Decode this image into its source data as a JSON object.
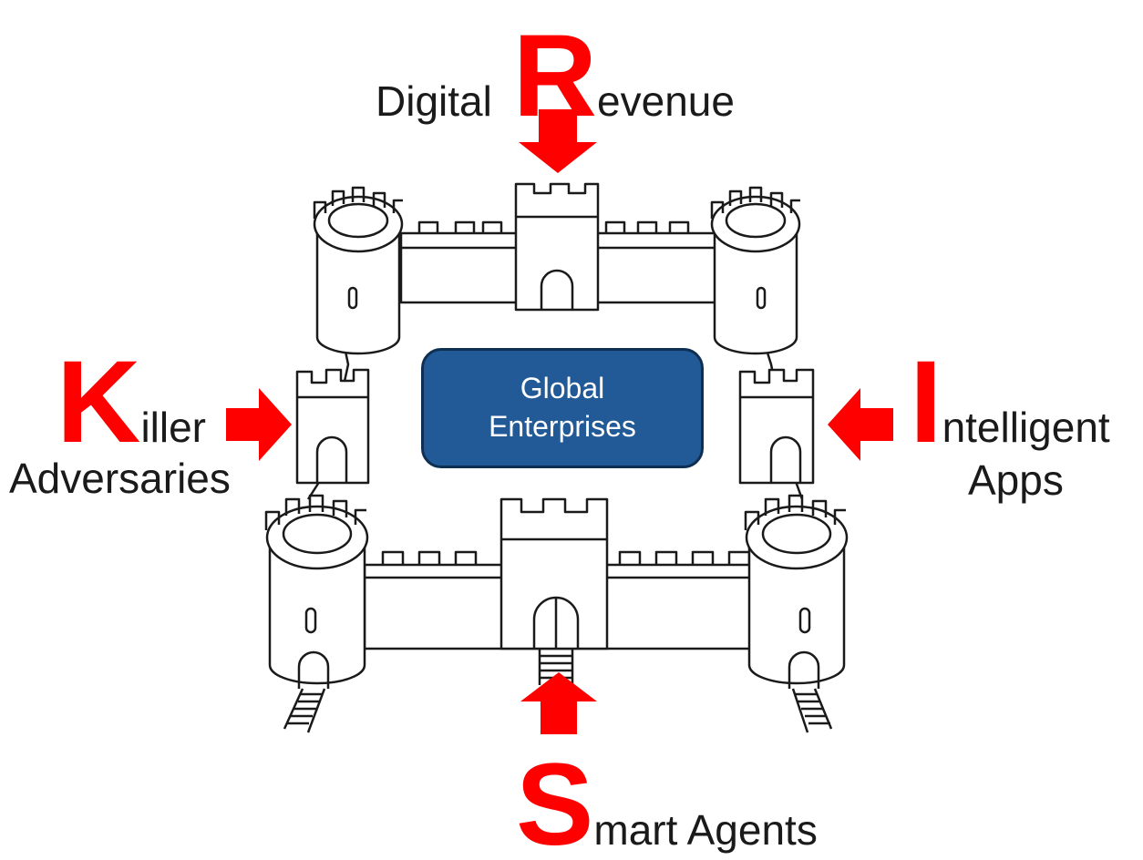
{
  "colors": {
    "accent": "#ff0000",
    "box_fill": "#215a96",
    "box_border": "#0f2f52",
    "line": "#1a1a1a"
  },
  "icons": [
    "castle-drawing",
    "arrow-down-icon",
    "arrow-right-icon",
    "arrow-left-icon",
    "arrow-up-icon"
  ],
  "top": {
    "initial": "R",
    "prefix": "Digital",
    "rest": "evenue"
  },
  "left": {
    "initial": "K",
    "rest": "iller",
    "line2": "Adversaries"
  },
  "right": {
    "initial": "I",
    "rest": "ntelligent",
    "line2": "Apps"
  },
  "bottom": {
    "initial": "S",
    "rest": "mart Agents"
  },
  "center": {
    "line1": "Global",
    "line2": "Enterprises"
  }
}
